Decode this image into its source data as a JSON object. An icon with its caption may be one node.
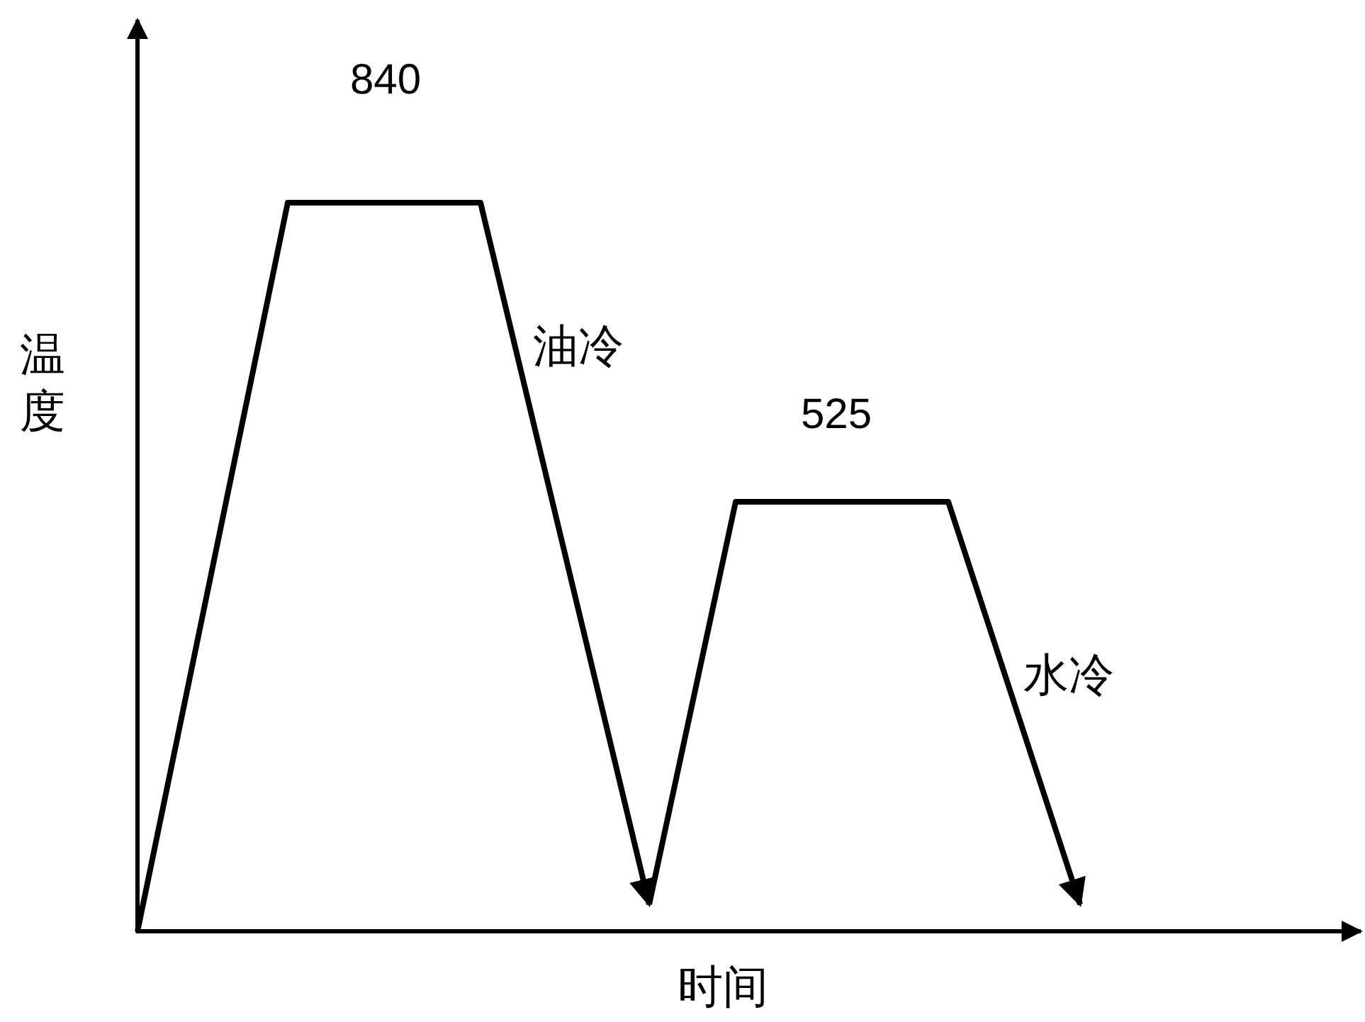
{
  "diagram": {
    "labels": [
      "840",
      "油冷",
      "525",
      "温度",
      "水冷",
      "时间"
    ]
  }
}
